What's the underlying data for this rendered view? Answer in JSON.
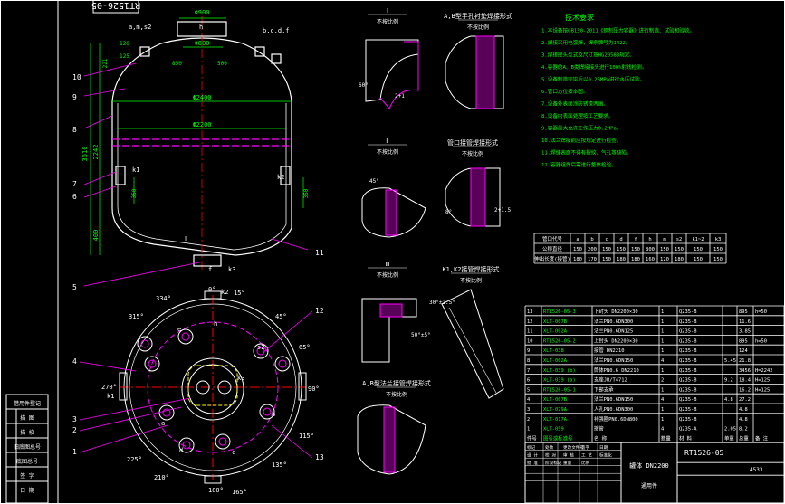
{
  "drawing": {
    "corner_tag": "RT1526-05",
    "title_name": "罐体 DN2200",
    "drawing_number": "RT1526-05",
    "part_kind": "通用件",
    "weight": "4533",
    "left_stamps": [
      "借用件登记",
      "描 图",
      "描 校",
      "旧底图总号",
      "底图总号",
      "签 字",
      "日 期"
    ]
  },
  "main_view": {
    "dims": {
      "d900": "Φ900",
      "d800": "Φ800",
      "d2400": "Φ2400",
      "d2200": "Φ2200",
      "h3610": "3610",
      "h2242": "2242",
      "h400": "400",
      "h120": "120",
      "h125": "125",
      "h500": "500",
      "h350": "350",
      "h150": "150",
      "h850": "850",
      "h221": "221"
    },
    "labels": {
      "top_left_nozzles": "a,m,s2",
      "top_right_nozzles": "b,c,d,f",
      "top_h": "h",
      "k1": "k1",
      "k2": "k2",
      "f": "f",
      "k3": "k3",
      "mark2": "Ⅱ"
    },
    "callouts": [
      "10",
      "9",
      "8",
      "7",
      "6",
      "5",
      "11",
      "12"
    ]
  },
  "plan_view": {
    "angles": [
      "0°",
      "15°",
      "45°",
      "65°",
      "90°",
      "115°",
      "135°",
      "180°",
      "165°",
      "210°",
      "225°",
      "270°",
      "315°",
      "334°"
    ],
    "nozzles": [
      "e",
      "s2",
      "b",
      "c",
      "d",
      "a",
      "h",
      "k1",
      "k2",
      "k3"
    ],
    "callouts": [
      "4",
      "3",
      "2",
      "1",
      "12",
      "13"
    ]
  },
  "detail_views": {
    "d1": {
      "title": "Ⅰ",
      "scale": "不按比例"
    },
    "d2": {
      "title": "A,B型手孔衬垫焊接形式",
      "scale": "不按比例"
    },
    "d3": {
      "title": "Ⅱ",
      "scale": "不按比例"
    },
    "d4": {
      "title": "管口接管焊接形式",
      "scale": "不按比例"
    },
    "d5": {
      "title": "Ⅲ",
      "scale": "不按比例"
    },
    "d6": {
      "title": "K1,K2接管焊接形式",
      "scale": "不按比例"
    },
    "d7": {
      "title": "A,B型法兰接管焊接形式",
      "scale": "不按比例"
    },
    "weld_dims": [
      "60°",
      "2+1",
      "45°",
      "30°±2.5°",
      "50°±5°",
      "8°",
      "2+1.5"
    ]
  },
  "tech_notes": [
    "技术要求",
    "1.本设备按GB150-2011《钢制压力容器》进行制造、试验和验收。",
    "2.焊接采用电弧焊，焊条牌号为J422。",
    "3.焊接接头型式及尺寸按HG20583规定。",
    "4.容器的A、B类焊接接头进行100%射线检测。",
    "5.设备制造完毕后以0.25MPa进行水压试验。",
    "6.管口方位按本图。",
    "7.设备外表面涂防锈漆两遍。",
    "8.设备内表面处理按工艺要求。",
    "9.容器最大允许工作压力0.2MPa。",
    "10.法兰焊接前应按规定进行检查。",
    "11.焊缝表面不得有裂纹、气孔等缺陷。",
    "12.容器组焊后需进行整体检验。"
  ],
  "nozzle_table": {
    "headers": [
      "管口代号",
      "a",
      "b",
      "c",
      "d",
      "f",
      "h",
      "m",
      "s2",
      "k1~2",
      "k3"
    ],
    "rows": [
      [
        "公称直径",
        "150",
        "200",
        "150",
        "150",
        "150",
        "800",
        "150",
        "150",
        "150",
        "150"
      ],
      [
        "伸出长度(接管)",
        "180",
        "170",
        "150",
        "180",
        "180",
        "160",
        "120",
        "180",
        "150",
        "150"
      ]
    ]
  },
  "bom": {
    "rows": [
      [
        "13",
        "RT1526-05-3",
        "下封头 DN2200×30",
        "1",
        "Q235-B",
        "",
        "895",
        "h=50"
      ],
      [
        "12",
        "XLT-007B",
        "法兰PN0.6DN300",
        "1",
        "Q235-B",
        "",
        "11.6",
        ""
      ],
      [
        "11",
        "XLT-002A",
        "法兰PN0.6DN125",
        "1",
        "Q235-B",
        "",
        "3.85",
        ""
      ],
      [
        "10",
        "RT1526-05-2",
        "上封头 DN2200×30",
        "1",
        "Q235-B",
        "",
        "895",
        "h=50"
      ],
      [
        "9",
        "XLT-038",
        "接管 DN2210",
        "1",
        "Q235-B",
        "",
        "124",
        ""
      ],
      [
        "8",
        "XLT-002A",
        "法兰PN0.6DN150",
        "4",
        "Q235-B",
        "5.45",
        "21.8",
        ""
      ],
      [
        "7",
        "XLT-039 (b)",
        "筒体PN0.6 DN2210",
        "1",
        "Q235-B",
        "",
        "3456",
        "H=2242"
      ],
      [
        "6",
        "XLT-039 (a)",
        "支座JB/T4712",
        "2",
        "Q235-B",
        "9.2",
        "18.4",
        "H=125"
      ],
      [
        "5",
        "RT1526-05-1",
        "下部支承",
        "1",
        "Q235-B",
        "",
        "16.2",
        "H=125"
      ],
      [
        "4",
        "XLT-007B",
        "法兰PN0.6DN150",
        "4",
        "Q235-B",
        "4.8",
        "27.2",
        ""
      ],
      [
        "3",
        "XLT-079A",
        "人孔PN0.6DN300",
        "1",
        "Q235-B",
        "",
        "4.8",
        ""
      ],
      [
        "2",
        "XLT-017A",
        "补强圈PN0.6DN800",
        "1",
        "Q235-B",
        "",
        "4.8",
        ""
      ],
      [
        "1",
        "XLT-059",
        "接管",
        "4",
        "Q235-A",
        "2.05",
        "8.2",
        ""
      ]
    ],
    "header_row": [
      "件号",
      "图号或标准号",
      "名 称",
      "数量",
      "材 料",
      "单重",
      "总重",
      "备 注"
    ],
    "title_cells": [
      "标记",
      "处数",
      "更改文件号",
      "签字",
      "日期",
      "设 计",
      "校 对",
      "审 核",
      "工 艺",
      "标准化",
      "批 准",
      "阶段标记",
      "重量",
      "比例"
    ]
  }
}
